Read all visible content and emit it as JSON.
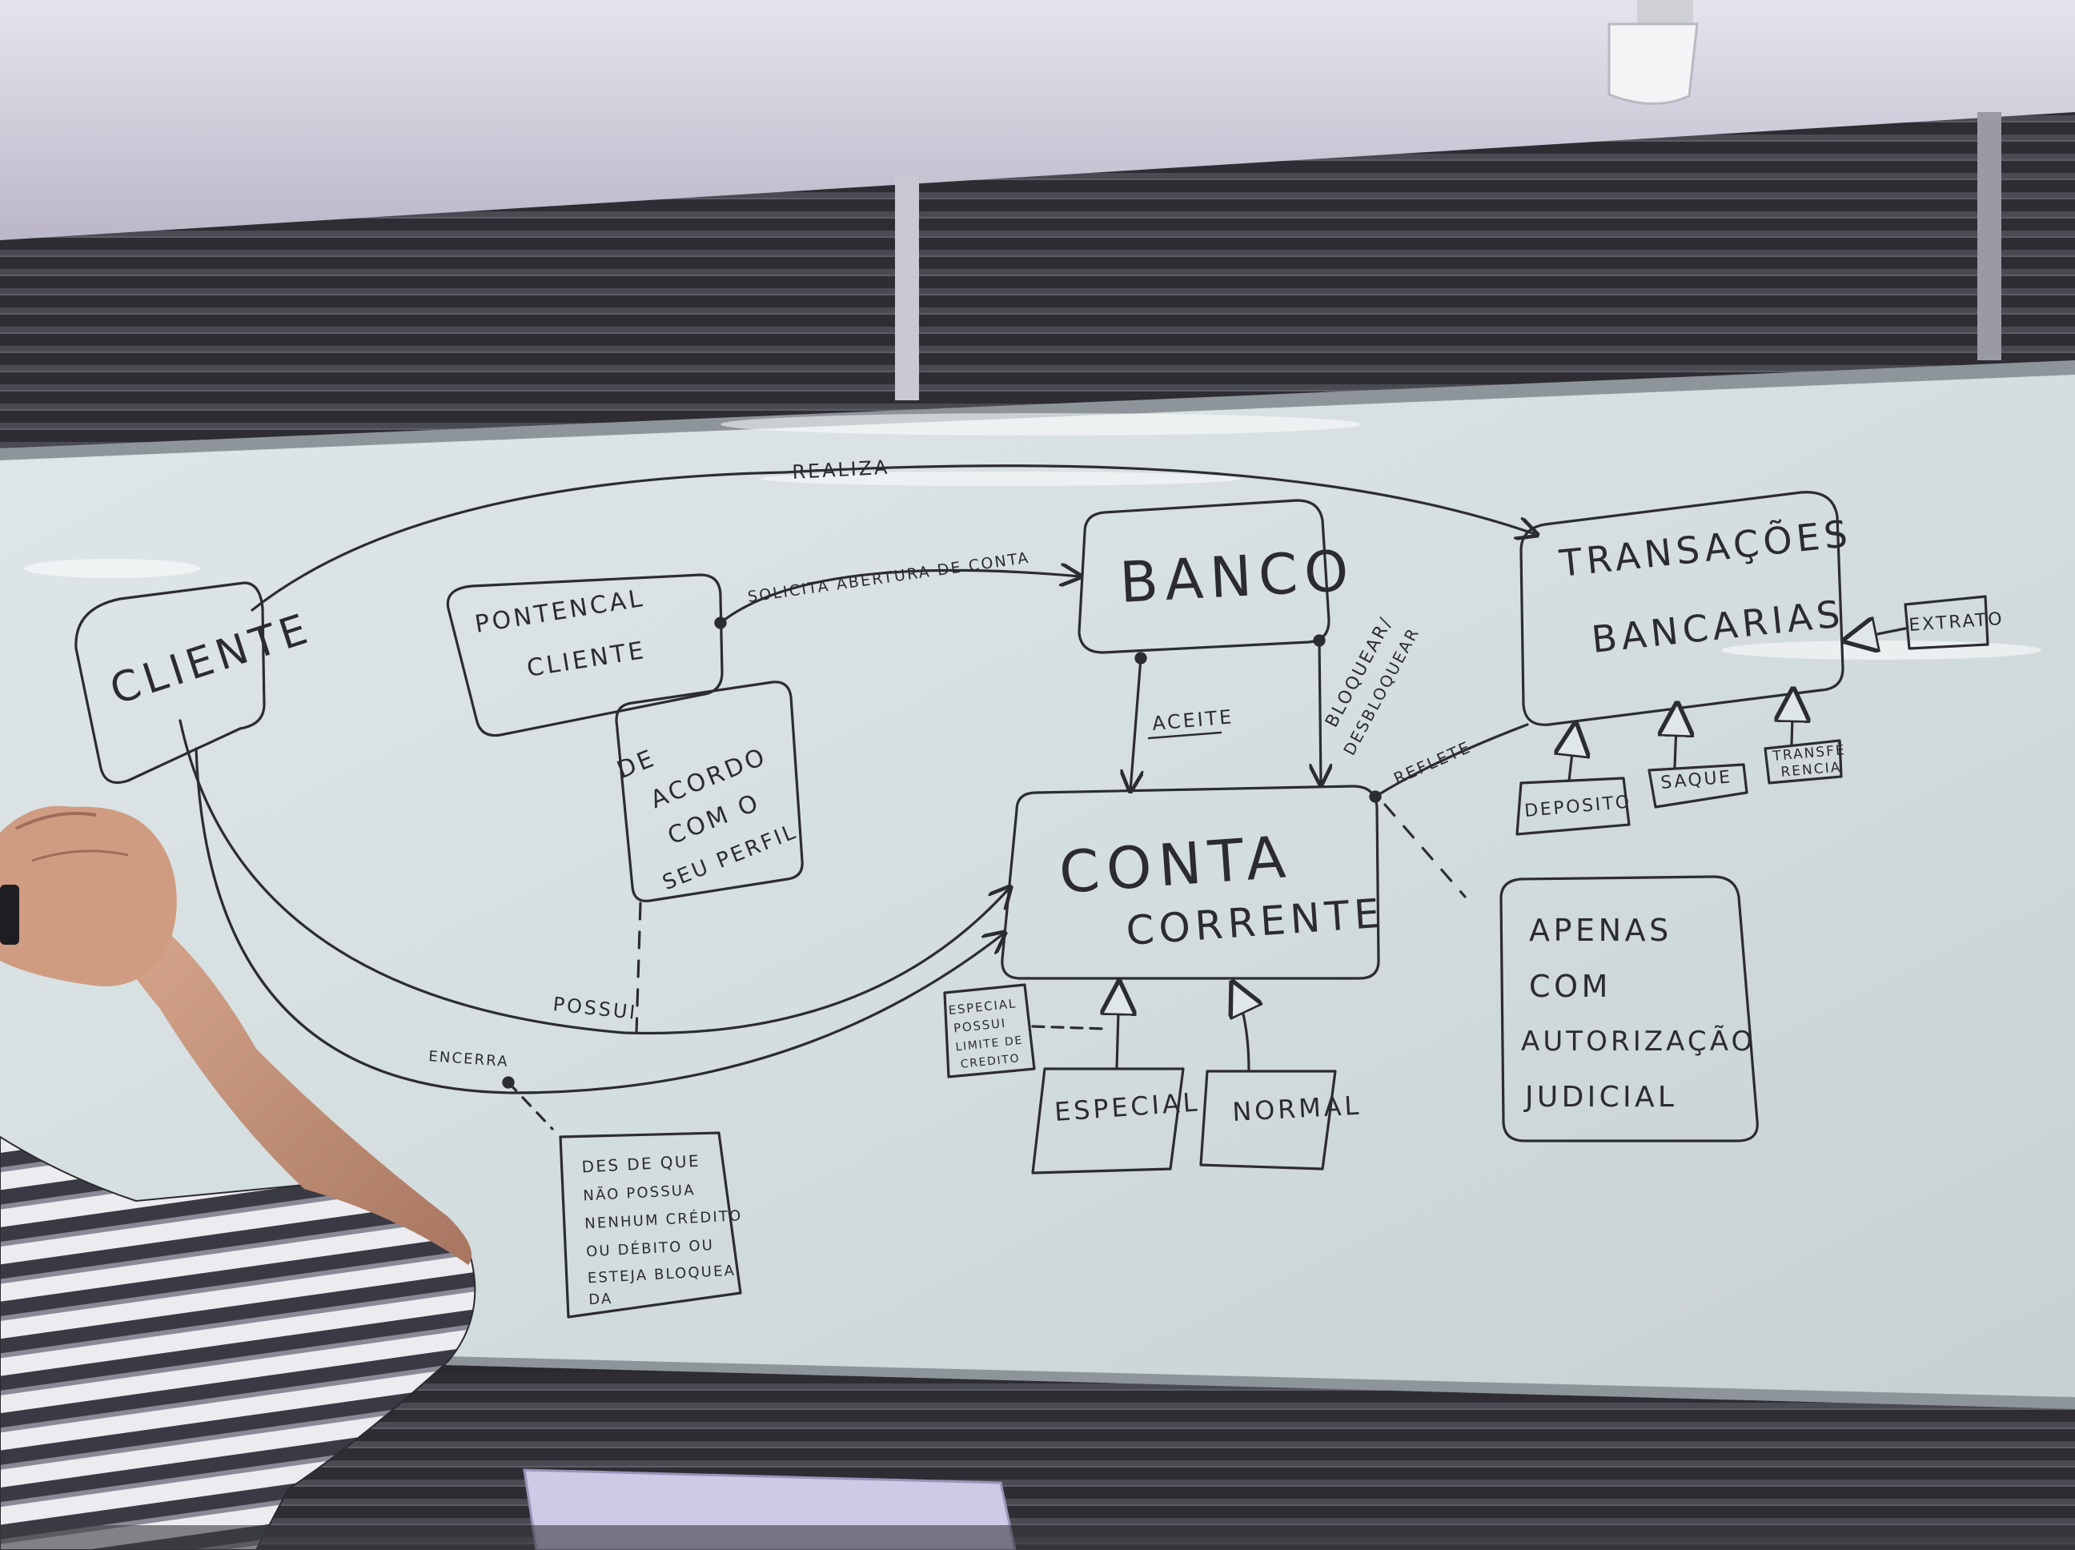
{
  "diagram": {
    "nodes": {
      "cliente": "CLIENTE",
      "potencial_line1": "PONTENCAL",
      "potencial_line2": "CLIENTE",
      "banco": "BANCO",
      "transacoes_line1": "TRANSAÇÕES",
      "transacoes_line2": "BANCARIAS",
      "conta_line1": "CONTA",
      "conta_line2": "CORRENTE",
      "especial": "ESPECIAL",
      "normal": "NORMAL",
      "deposito": "DEPOSITO",
      "saque": "SAQUE",
      "transferencia_line1": "TRANSFÊ",
      "transferencia_line2": "RENCIA",
      "extrato": "EXTRATO"
    },
    "notes": {
      "perfil": [
        "DE",
        "ACORDO",
        "COM O",
        "SEU PERFIL"
      ],
      "encerra": [
        "DES DE QUE",
        "NÃO POSSUA",
        "NENHUM CRÉDITO",
        "OU DÉBITO OU",
        "ESTEJA BLOQUEA",
        "DA"
      ],
      "judicial": [
        "APENAS",
        "COM",
        "AUTORIZAÇÃO",
        "JUDICIAL"
      ],
      "limite": [
        "ESPECIAL",
        "POSSUI",
        "LIMITE DE",
        "CREDITO"
      ]
    },
    "edges": {
      "realiza": "REALIZA",
      "solicita": "SOLICITA ABERTURA DE CONTA",
      "aceite": "ACEITE",
      "bloquear_line1": "BLOQUEAR/",
      "bloquear_line2": "DESBLOQUEAR",
      "reflete": "REFLETE",
      "possui": "POSSUI",
      "encerra": "ENCERRA"
    }
  }
}
